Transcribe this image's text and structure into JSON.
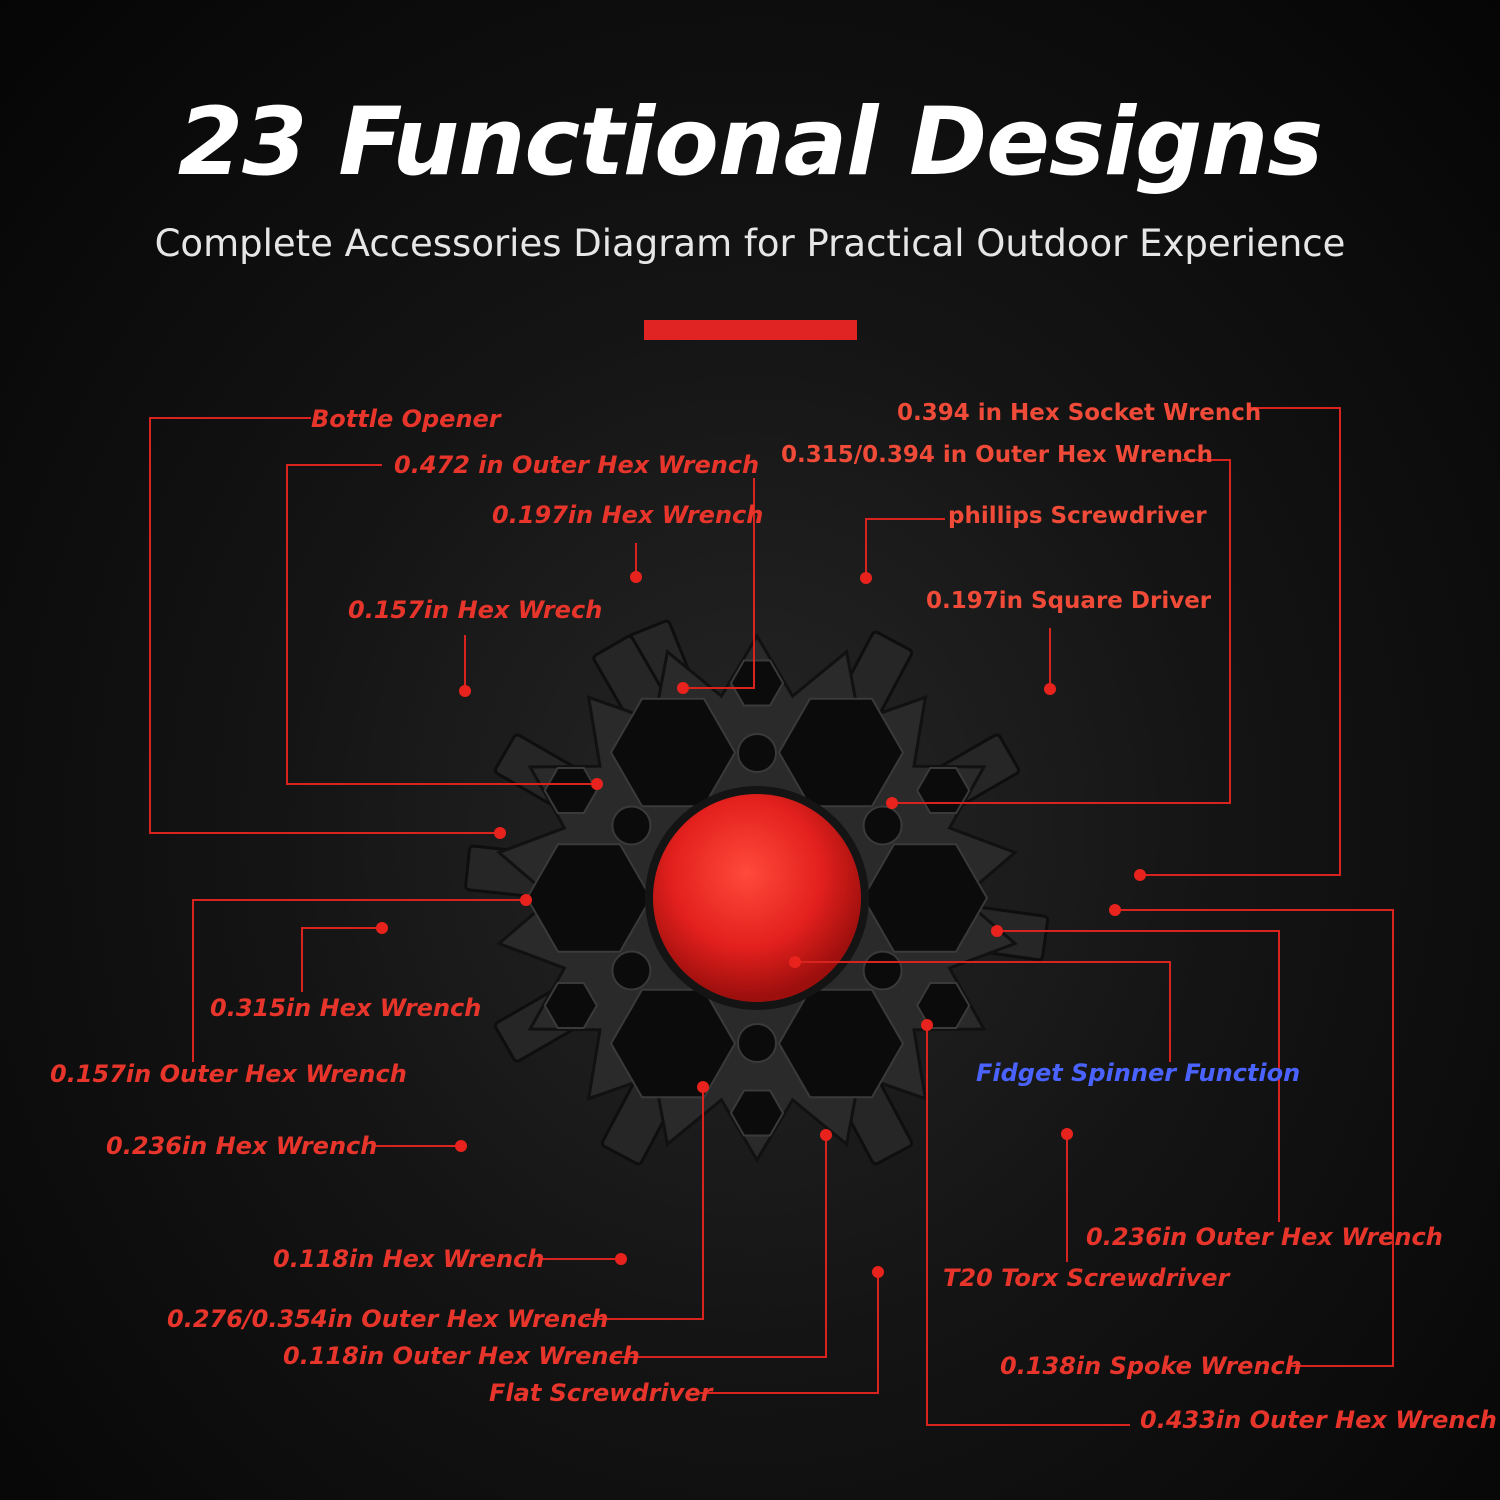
{
  "heading": {
    "title": "23 Functional Designs",
    "subtitle": "Complete Accessories Diagram for Practical Outdoor Experience"
  },
  "colors": {
    "label": "#e8352b",
    "label_upright": "#f04a38",
    "highlight": "#4a63ff",
    "accent_bar": "#e02424",
    "hub": "#e3201d",
    "tool_body": "#2a2a2a"
  },
  "labels": [
    {
      "id": "bottle-opener",
      "text": "Bottle Opener"
    },
    {
      "id": "outer-hex-0472",
      "text": "0.472 in Outer Hex Wrench"
    },
    {
      "id": "hex-0197",
      "text": "0.197in Hex Wrench"
    },
    {
      "id": "hex-0157",
      "text": "0.157in Hex Wrech"
    },
    {
      "id": "hex-socket-0394",
      "text": "0.394 in Hex Socket Wrench"
    },
    {
      "id": "outer-hex-0315-0394",
      "text": "0.315/0.394 in Outer Hex Wrench"
    },
    {
      "id": "phillips",
      "text": "phillips Screwdriver"
    },
    {
      "id": "square-0197",
      "text": "0.197in Square Driver"
    },
    {
      "id": "hex-0315",
      "text": "0.315in Hex Wrench"
    },
    {
      "id": "outer-hex-0157",
      "text": "0.157in Outer Hex Wrench"
    },
    {
      "id": "hex-0236",
      "text": "0.236in Hex Wrench"
    },
    {
      "id": "hex-0118",
      "text": "0.118in Hex Wrench"
    },
    {
      "id": "outer-hex-0276-0354",
      "text": "0.276/0.354in Outer Hex Wrench"
    },
    {
      "id": "outer-hex-0118",
      "text": "0.118in Outer Hex Wrench"
    },
    {
      "id": "flat",
      "text": "Flat Screwdriver"
    },
    {
      "id": "fidget",
      "text": "Fidget Spinner Function"
    },
    {
      "id": "outer-hex-0236",
      "text": "0.236in Outer Hex Wrench"
    },
    {
      "id": "torx-t20",
      "text": "T20 Torx Screwdriver"
    },
    {
      "id": "spoke-0138",
      "text": "0.138in Spoke Wrench"
    },
    {
      "id": "outer-hex-0433",
      "text": "0.433in Outer Hex Wrench"
    }
  ]
}
